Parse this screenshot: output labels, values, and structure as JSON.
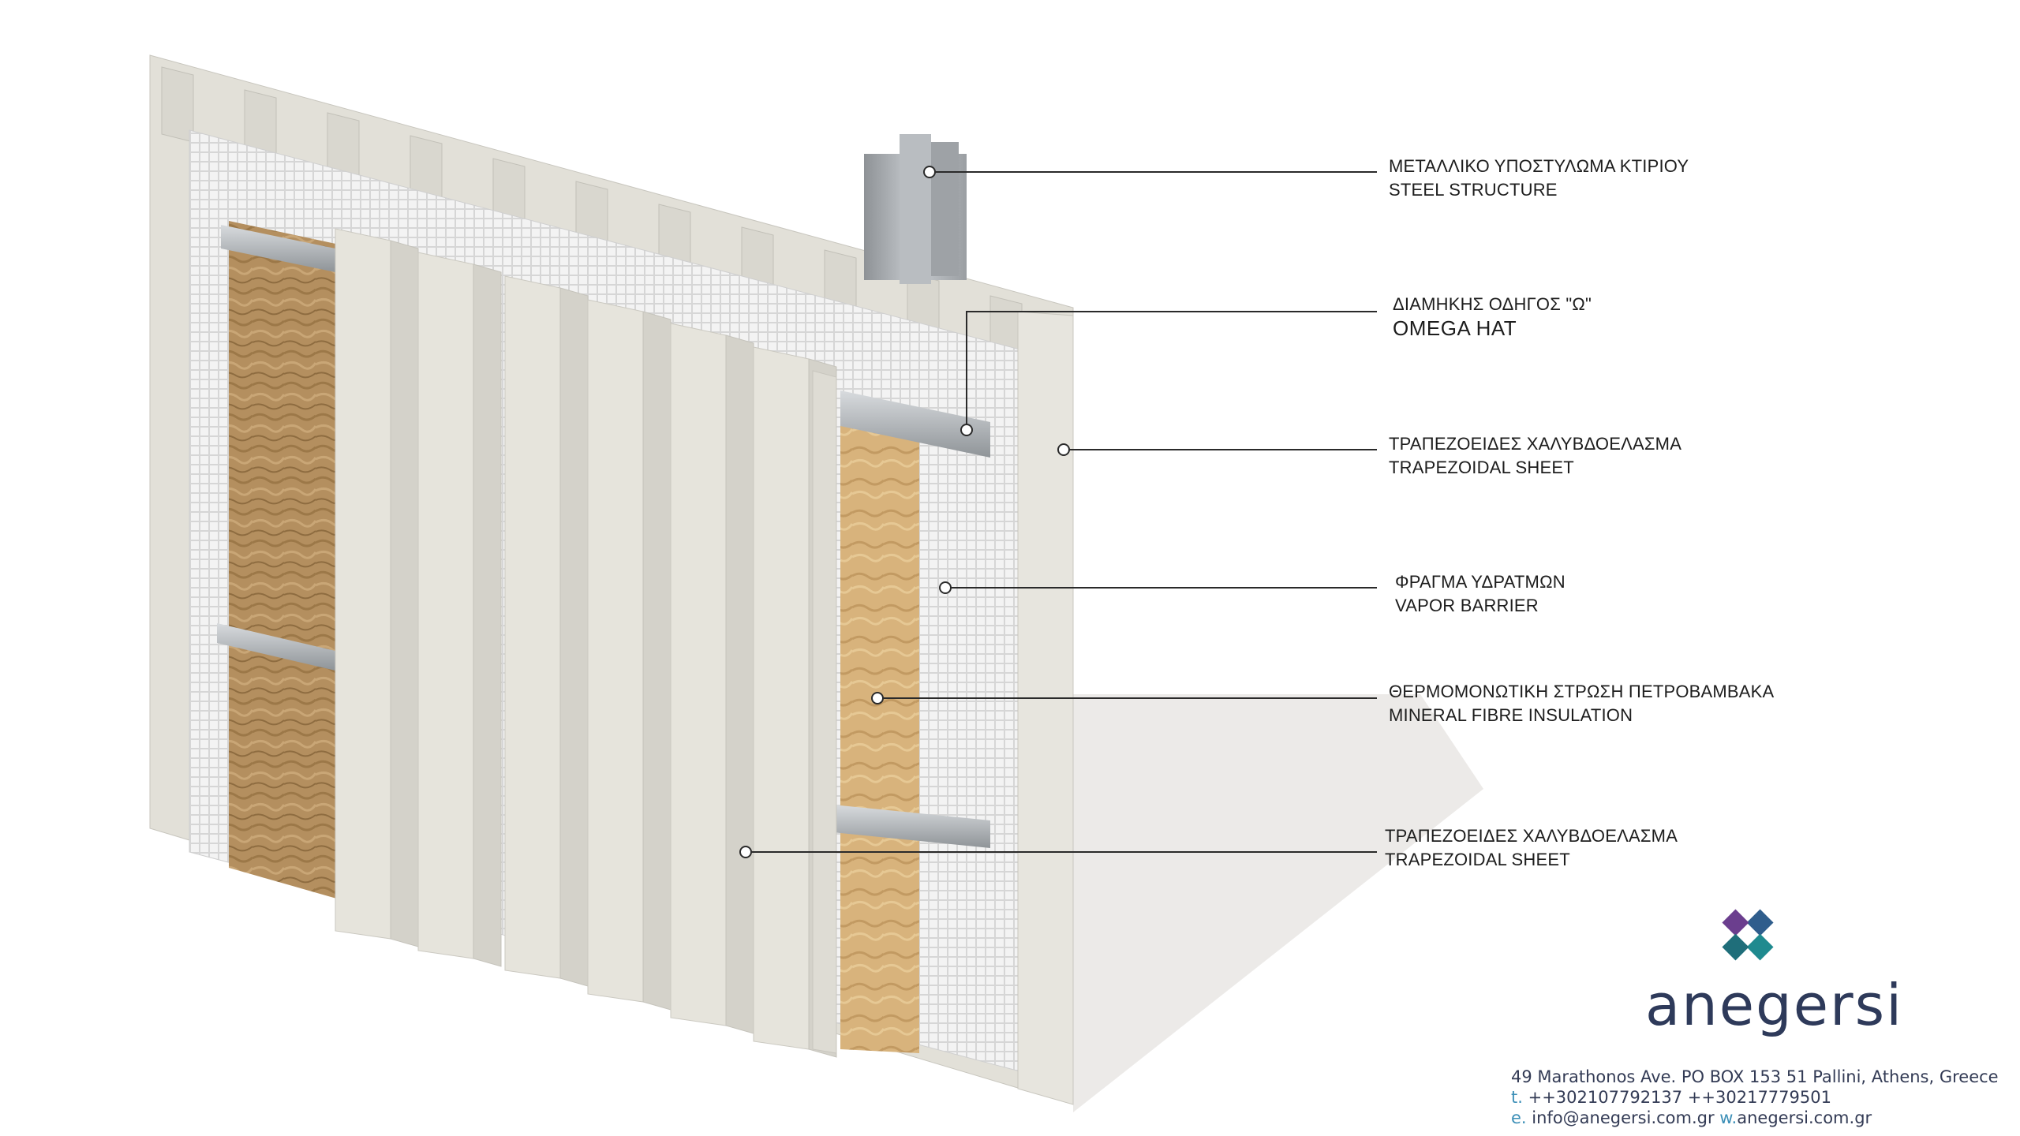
{
  "labels": [
    {
      "gr": "ΜΕΤΑΛΛΙΚΟ ΥΠΟΣΤΥΛΩΜΑ ΚΤΙΡΙΟΥ",
      "en": "STEEL STRUCTURE"
    },
    {
      "gr": "ΔΙΑΜΗΚΗΣ  ΟΔΗΓΟΣ \"Ω\"",
      "en": "OMEGA HAT"
    },
    {
      "gr": "ΤΡΑΠΕΖΟΕΙΔΕΣ ΧΑΛΥΒΔΟΕΛΑΣΜΑ",
      "en": "TRAPEZOIDAL SHEET"
    },
    {
      "gr": "ΦΡΑΓΜΑ ΥΔΡΑΤΜΩΝ",
      "en": "VAPOR BARRIER"
    },
    {
      "gr": "ΘΕΡΜΟΜΟΝΩΤΙΚΗ ΣΤΡΩΣΗ ΠΕΤΡΟΒΑΜΒΑΚΑ",
      "en": "MINERAL FIBRE INSULATION"
    },
    {
      "gr": "ΤΡΑΠΕΖΟΕΙΔΕΣ ΧΑΛΥΒΔΟΕΛΑΣΜΑ",
      "en": "TRAPEZOIDAL SHEET"
    }
  ],
  "brand": {
    "name": "anegersi",
    "address": "49 Marathonos Ave. PO BOX 153 51 Pallini, Athens, Greece",
    "phone_prefix": "t.",
    "phone": "++302107792137 ++30217779501",
    "email_prefix": "e.",
    "email": "info@anegersi.com.gr",
    "web_prefix": "w.",
    "web": "anegersi.com.gr"
  },
  "colors": {
    "sheet": "#e6e4dc",
    "insulation": "#b99463",
    "steel": "#a9adb1",
    "logo_purple": "#6b3e8e",
    "logo_teal": "#1f8a8f",
    "logo_blue": "#2f5d8c"
  }
}
